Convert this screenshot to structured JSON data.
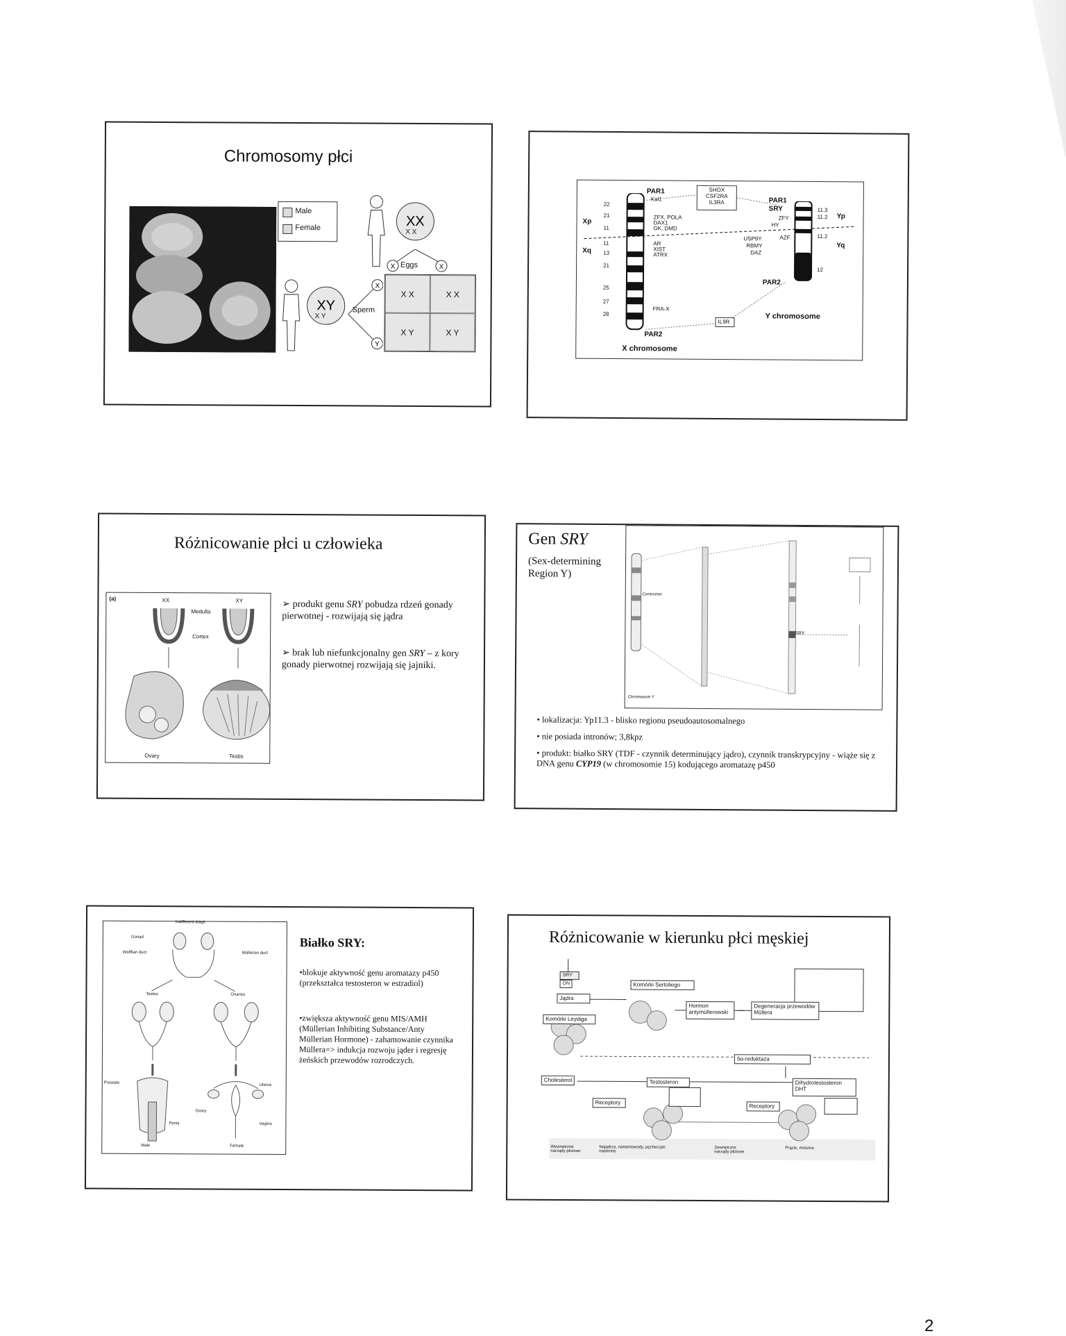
{
  "page_number": "2",
  "slide1": {
    "title": "Chromosomy płci",
    "legend_male": "Male",
    "legend_female": "Female",
    "eggs": "Eggs",
    "sperm": "Sperm",
    "x": "X",
    "y": "Y",
    "xx_label": "X X",
    "xy_label": "X Y",
    "grid": [
      "X X",
      "X X",
      "X Y",
      "X Y"
    ]
  },
  "slide2": {
    "par1_x": "PAR1",
    "kal1": "Kal1",
    "box_top": "SHOX\nCSF2RA\nIL3RA",
    "xp": "Xp",
    "xq": "Xq",
    "bands_x": [
      "22",
      "21",
      "11",
      "11",
      "13",
      "21",
      "25",
      "27",
      "28"
    ],
    "genes_x1": "ZFX, POLA",
    "genes_x2": "DAX1",
    "genes_x3": "GK, DMD",
    "genes_x4": "AR",
    "genes_x5": "XIST",
    "genes_x6": "ATRX",
    "frax": "FRA-X",
    "par2_x": "PAR2",
    "x_chromosome": "X chromosome",
    "par1_y": "PAR1",
    "sry": "SRY",
    "zfy": "ZFY",
    "hy": "HY",
    "usp9y": "USP9Y",
    "rbmy": "RBMY",
    "daz": "DAZ",
    "azf": "AZF",
    "bands_y": [
      "11.3",
      "11.2",
      "11.2",
      "12"
    ],
    "yp": "Yp",
    "yq": "Yq",
    "par2_y": "PAR2",
    "il9r": "IL9R",
    "y_chromosome": "Y chromosome"
  },
  "slide3": {
    "title": "Różnicowanie płci u człowieka",
    "fig_a": "(a)",
    "xx": "XX",
    "xy": "XY",
    "medulla": "Medulla",
    "cortex": "Cortex",
    "ovary": "Ovary",
    "testis": "Testis",
    "bullet1_pre": "produkt genu ",
    "bullet1_gene": "SRY",
    "bullet1_post": " pobudza rdzeń gonady pierwotnej - rozwijają się jądra",
    "bullet2_pre": "brak lub niefunkcjonalny gen ",
    "bullet2_gene": "SRY",
    "bullet2_post": " – z kory gonady pierwotnej rozwijają się jajniki."
  },
  "slide4": {
    "title_pre": "Gen ",
    "title_gene": "SRY",
    "subtitle": "(Sex-determining Region Y)",
    "bullet1": "lokalizacja: Yp11.3 - blisko regionu pseudoautosomalnego",
    "bullet2": "nie posiada intronów; 3,8kpz",
    "bullet3_pre": "produkt: białko SRY (TDF - czynnik determinujący jądro), czynnik transkrypcyjny - wiąże się z DNA genu ",
    "bullet3_gene": "CYP19",
    "bullet3_post": " (w chromosomie 15) kodującego aromatazę p450",
    "fig_sry": "SRY",
    "fig_centromer": "Centromer",
    "fig_chrom": "Chromosom Y"
  },
  "slide5": {
    "title": "Białko SRY:",
    "para1": "•blokuje aktywność genu aromatazy p450 (przekształca testosteron w estradiol)",
    "para2": "•zwiększa aktywność genu MIS/AMH (Müllerian Inhibiting Substance/Anty Müllerian Hormone) - zahamowanie czynnika Müllera=> indukcja rozwoju jąder i regresję żeńskich przewodów rozrodczych.",
    "fig_top": "Indifferent stage",
    "fig_gonad": "Gonad",
    "fig_wolffian": "Wolffian duct",
    "fig_mullerian": "Müllerian duct",
    "fig_testes": "Testes",
    "fig_ovaries": "Ovaries",
    "fig_prostate": "Prostate",
    "fig_penis": "Penis",
    "fig_uterus": "Uterus",
    "fig_vagina": "Vagina",
    "fig_ovary": "Ovary",
    "fig_male": "Male",
    "fig_female": "Female"
  },
  "slide6": {
    "title": "Różnicowanie w kierunku płci męskiej",
    "sry": "SRY",
    "on": "ON",
    "jadra": "Jądra",
    "sertoli": "Komórki Sertoliego",
    "leydig": "Komórki Leydiga",
    "amh": "Hormon antymüllerowski",
    "degeneracja": "Degeneracja przewodów Müllera",
    "reduktaza": "5α-reduktaza",
    "cholesterol": "Cholesterol",
    "testosteron": "Testosteron",
    "dht": "Dihydrotestosteron DHT",
    "receptory1": "Receptory",
    "receptory2": "Receptory",
    "wewn": "Wewnętrzne narządy płciowe",
    "najadrza": "Najądrza, nasieniowody, pęcherzyki nasienne",
    "zewn": "Zewnętrzne narządy płciowe",
    "pracie": "Prącie, moszna"
  }
}
